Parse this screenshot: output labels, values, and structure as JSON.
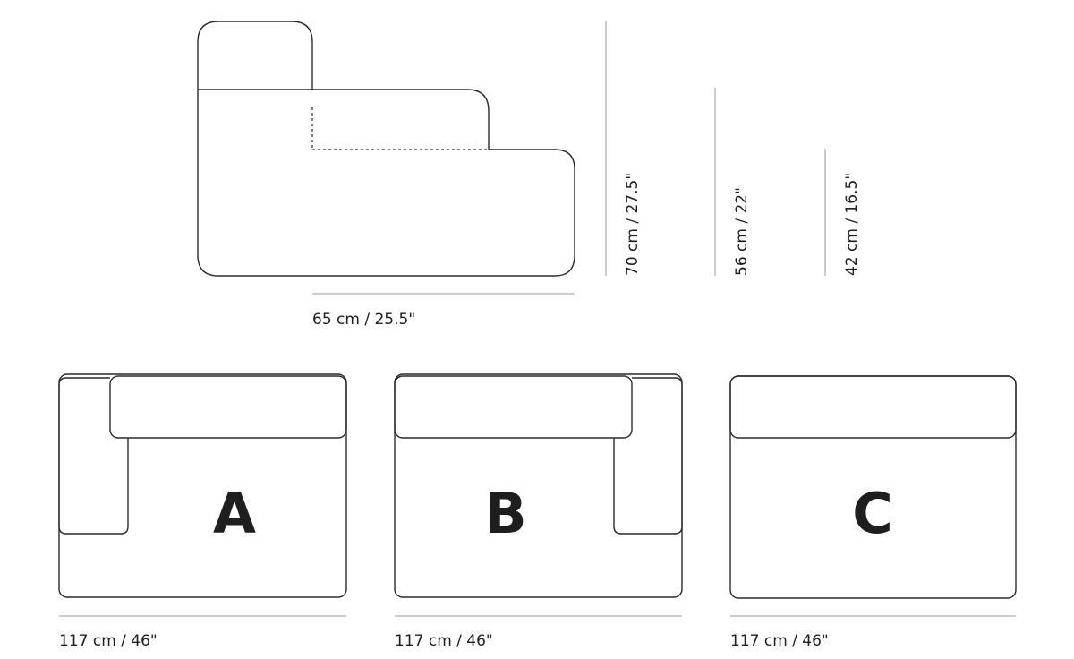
{
  "side_view": {
    "width_label": "65 cm / 25.5\"",
    "heights": [
      {
        "key": "total",
        "label": "70 cm / 27.5\""
      },
      {
        "key": "armrest",
        "label": "56 cm / 22\""
      },
      {
        "key": "seat",
        "label": "42 cm / 16.5\""
      }
    ]
  },
  "modules": [
    {
      "key": "a",
      "letter": "A",
      "width_label": "117 cm / 46\""
    },
    {
      "key": "b",
      "letter": "B",
      "width_label": "117 cm / 46\""
    },
    {
      "key": "c",
      "letter": "C",
      "width_label": "117 cm / 46\""
    }
  ]
}
